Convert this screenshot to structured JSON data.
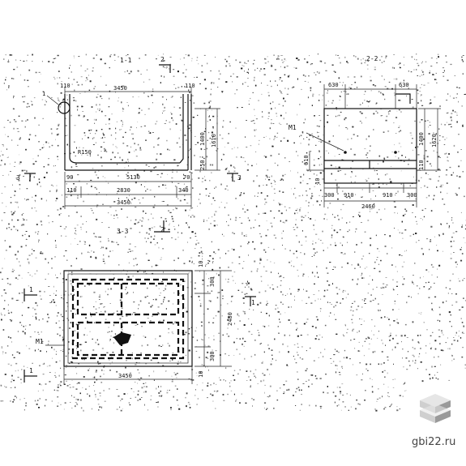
{
  "colors": {
    "ink": "#111111",
    "paper": "#ffffff",
    "noise": "#1a1a1a",
    "logo_light": "#e6e6e6",
    "logo_mid": "#cfcfcf",
    "logo_dark": "#9a9a9a"
  },
  "section_1": {
    "title": "1-1",
    "marker_2": "2",
    "dims": {
      "top_total": "3450",
      "left_wall": "110",
      "right_wall": "110",
      "radius": "R150",
      "height_inner": "1400",
      "height_total": "1610",
      "base_step": "250",
      "bottom_mid": "5130",
      "bottom_inner": "2830",
      "bottom_left": "110",
      "bottom_right": "340",
      "bottom_total": "3450",
      "mark_90": "90",
      "mark_70": "70"
    },
    "marks": {
      "callout": "1",
      "section_3_left": "3",
      "section_3_right": "3"
    }
  },
  "section_2": {
    "title": "2-2",
    "dims": {
      "top_left": "630",
      "top_right": "630",
      "height_inner": "1400",
      "height_total": "1620",
      "left_side": "610",
      "left_small": "10",
      "right_small": "110",
      "bottom_left": "300",
      "bottom_mid1": "910",
      "bottom_mid2": "910",
      "bottom_right": "300",
      "bottom_total": "2460"
    },
    "marks": {
      "embedded": "M1"
    }
  },
  "section_3": {
    "title": "3-3",
    "marker_2": "2",
    "dims": {
      "right_top_small": "10",
      "right_top": "300",
      "right_total": "2480",
      "right_bottom": "300",
      "right_bottom_small": "10",
      "bottom_total": "3450"
    },
    "marks": {
      "embedded": "M1",
      "left_top": "1",
      "left_bottom": "1",
      "right": "1"
    }
  },
  "watermark": {
    "text": "gbi22.ru"
  }
}
